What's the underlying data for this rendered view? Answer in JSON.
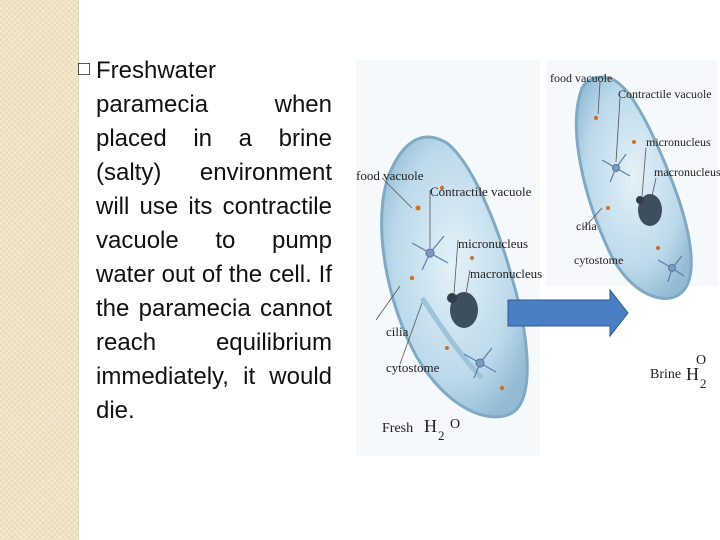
{
  "slide": {
    "bullet_glyph": "\u0000",
    "first_word": "Freshwater",
    "body": "paramecia when placed in a brine (salty) environment will use its contractile vacuole to pump water out of the cell.  If the paramecia cannot reach equilibrium immediately, it would die."
  },
  "diagram": {
    "left": {
      "labels": {
        "food_vacuole": "food vacuole",
        "contractile_vacuole": "Contractile vacuole",
        "micronucleus": "micronucleus",
        "macronucleus": "macronucleus",
        "cilia": "cilia",
        "cytostome": "cytostome",
        "fresh": "Fresh",
        "h": "H",
        "sub": "2",
        "o": "O"
      }
    },
    "right": {
      "labels": {
        "food_vacuole": "food vacuole",
        "contractile_vacuole": "Contractile vacuole",
        "micronucleus": "micronucleus",
        "macronucleus": "macronucleus",
        "cilia": "cilia",
        "cytostome": "cytostome",
        "brine": "Brine",
        "h": "H",
        "sub": "2",
        "o": "O"
      }
    },
    "colors": {
      "cell_fill": "#bcd9ea",
      "cell_edge": "#7fa9c4",
      "arrow": "#4a7fc4",
      "nucleus": "#3d4e5c"
    }
  }
}
